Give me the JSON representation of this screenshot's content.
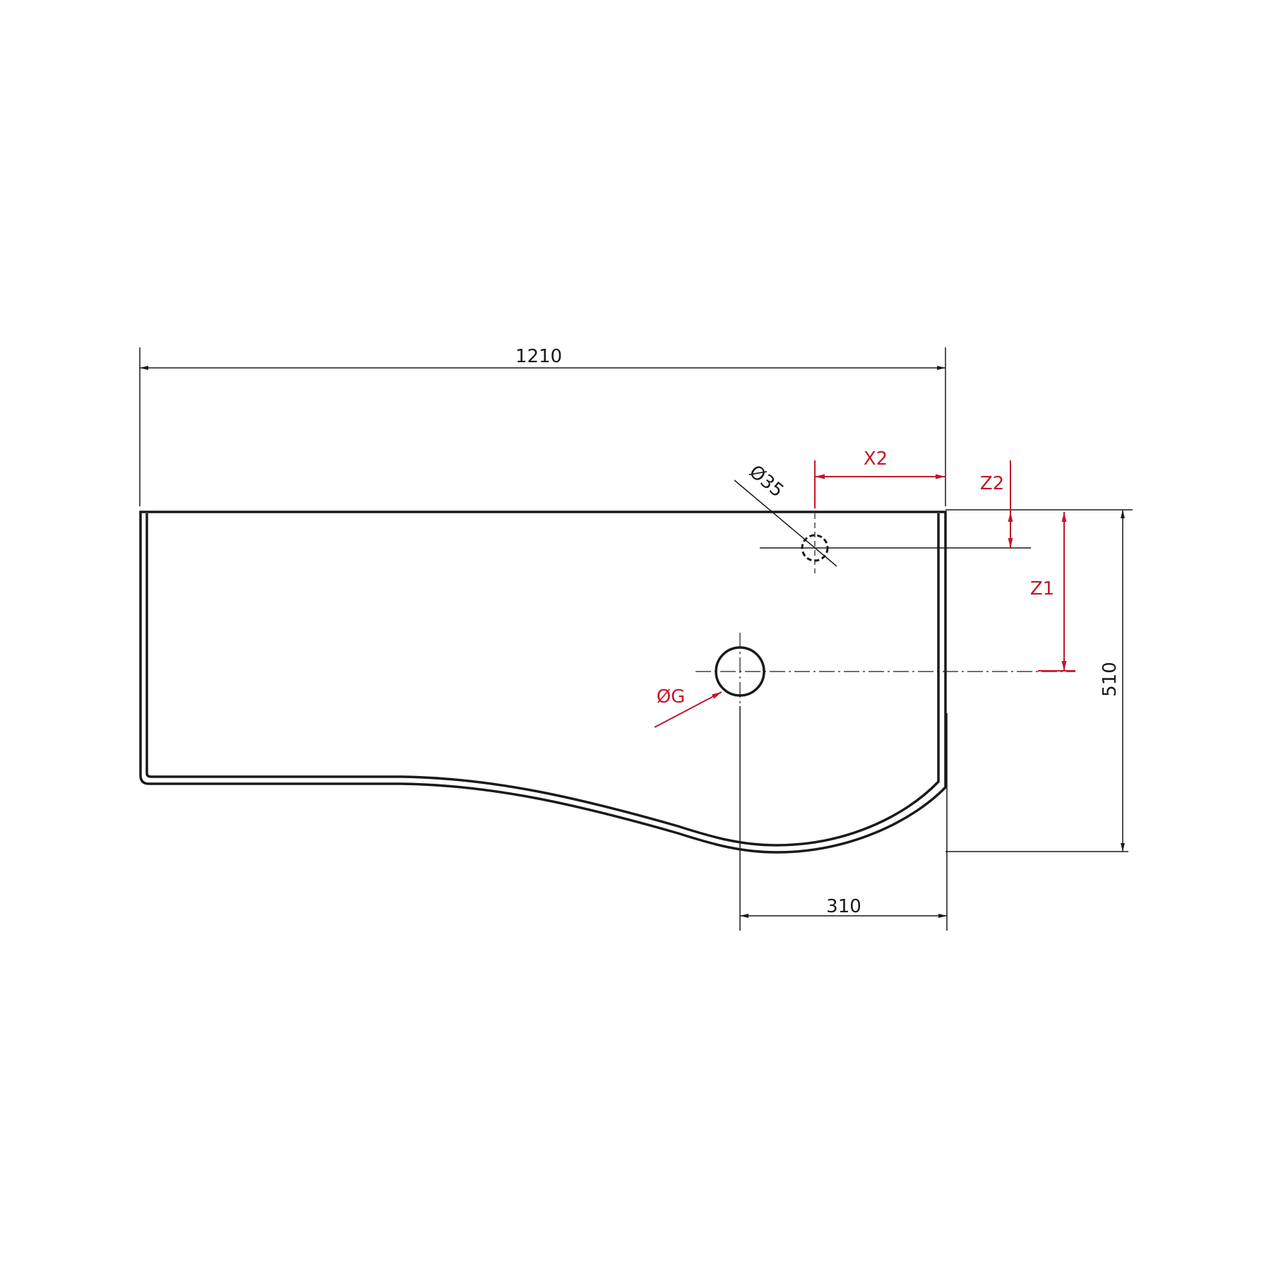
{
  "drawing": {
    "title": "Basin top view technical drawing",
    "colors": {
      "outline": "#1a1a1a",
      "dimension": "#1a1a1a",
      "variable_dimension": "#c0192a"
    },
    "dimensions": {
      "overall_width": "1210",
      "overall_depth": "510",
      "drain_offset": "310",
      "tap_hole_diameter": "Ø35",
      "tap_x": "X2",
      "tap_z": "Z2",
      "drain_z": "Z1",
      "drain_diameter": "ØG"
    }
  }
}
